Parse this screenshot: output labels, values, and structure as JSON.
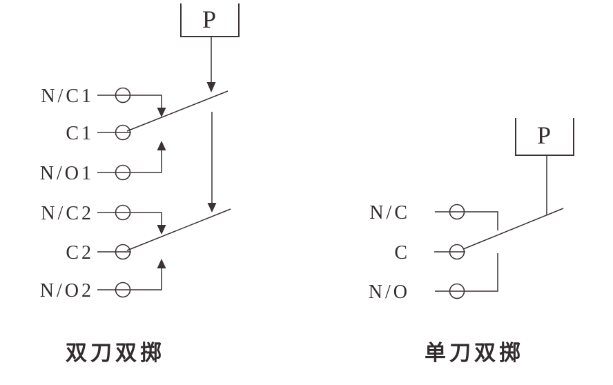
{
  "dpdt": {
    "caption": "双刀双掷",
    "plunger": "P",
    "terminals": [
      {
        "label": "N/C1"
      },
      {
        "label": "C1"
      },
      {
        "label": "N/O1"
      },
      {
        "label": "N/C2"
      },
      {
        "label": "C2"
      },
      {
        "label": "N/O2"
      }
    ]
  },
  "spdt": {
    "caption": "单刀双掷",
    "plunger": "P",
    "terminals": [
      {
        "label": "N/C"
      },
      {
        "label": "C"
      },
      {
        "label": "N/O"
      }
    ]
  },
  "colors": {
    "line": "#3a3237",
    "text": "#322c2e",
    "background": "#ffffff"
  }
}
